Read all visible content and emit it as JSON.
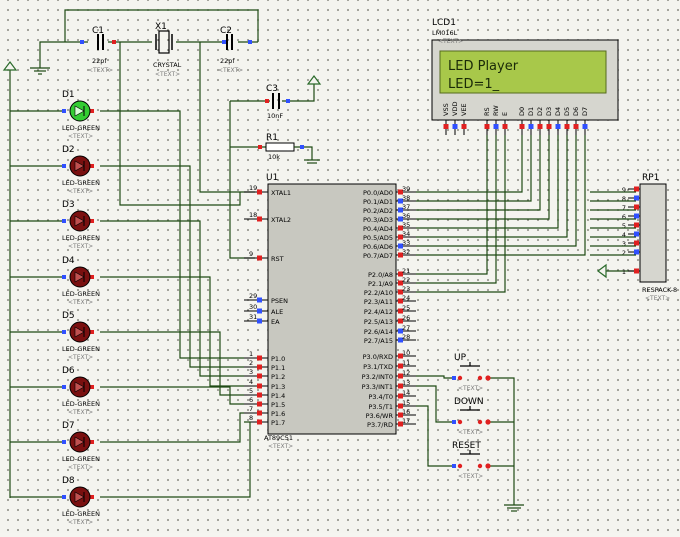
{
  "components": {
    "text_tag": "<TEXT>",
    "c1": {
      "ref": "C1",
      "value": "22pf"
    },
    "c2": {
      "ref": "C2",
      "value": "22pf"
    },
    "x1": {
      "ref": "X1",
      "value": "CRYSTAL"
    },
    "c3": {
      "ref": "C3",
      "value": "10nF"
    },
    "r1": {
      "ref": "R1",
      "value": "10k"
    }
  },
  "mcu": {
    "ref": "U1",
    "model": "AT89C51",
    "left_pins": [
      {
        "num": "19",
        "name": "XTAL1"
      },
      {
        "num": "18",
        "name": "XTAL2"
      },
      {
        "num": "9",
        "name": "RST"
      },
      {
        "num": "29",
        "name": "PSEN"
      },
      {
        "num": "30",
        "name": "ALE"
      },
      {
        "num": "31",
        "name": "EA"
      },
      {
        "num": "1",
        "name": "P1.0"
      },
      {
        "num": "2",
        "name": "P1.1"
      },
      {
        "num": "3",
        "name": "P1.2"
      },
      {
        "num": "4",
        "name": "P1.3"
      },
      {
        "num": "5",
        "name": "P1.4"
      },
      {
        "num": "6",
        "name": "P1.5"
      },
      {
        "num": "7",
        "name": "P1.6"
      },
      {
        "num": "8",
        "name": "P1.7"
      }
    ],
    "right_pins": [
      {
        "num": "39",
        "name": "P0.0/AD0"
      },
      {
        "num": "38",
        "name": "P0.1/AD1"
      },
      {
        "num": "37",
        "name": "P0.2/AD2"
      },
      {
        "num": "36",
        "name": "P0.3/AD3"
      },
      {
        "num": "35",
        "name": "P0.4/AD4"
      },
      {
        "num": "34",
        "name": "P0.5/AD5"
      },
      {
        "num": "33",
        "name": "P0.6/AD6"
      },
      {
        "num": "32",
        "name": "P0.7/AD7"
      },
      {
        "num": "21",
        "name": "P2.0/A8"
      },
      {
        "num": "22",
        "name": "P2.1/A9"
      },
      {
        "num": "23",
        "name": "P2.2/A10"
      },
      {
        "num": "24",
        "name": "P2.3/A11"
      },
      {
        "num": "25",
        "name": "P2.4/A12"
      },
      {
        "num": "26",
        "name": "P2.5/A13"
      },
      {
        "num": "27",
        "name": "P2.6/A14"
      },
      {
        "num": "28",
        "name": "P2.7/A15"
      },
      {
        "num": "10",
        "name": "P3.0/RXD"
      },
      {
        "num": "11",
        "name": "P3.1/TXD"
      },
      {
        "num": "12",
        "name": "P3.2/INT0"
      },
      {
        "num": "13",
        "name": "P3.3/INT1"
      },
      {
        "num": "14",
        "name": "P3.4/T0"
      },
      {
        "num": "15",
        "name": "P3.5/T1"
      },
      {
        "num": "16",
        "name": "P3.6/WR"
      },
      {
        "num": "17",
        "name": "P3.7/RD"
      }
    ]
  },
  "leds": [
    {
      "ref": "D1",
      "type": "LED-GREEN",
      "on": true
    },
    {
      "ref": "D2",
      "type": "LED-GREEN",
      "on": false
    },
    {
      "ref": "D3",
      "type": "LED-GREEN",
      "on": false
    },
    {
      "ref": "D4",
      "type": "LED-GREEN",
      "on": false
    },
    {
      "ref": "D5",
      "type": "LED-GREEN",
      "on": false
    },
    {
      "ref": "D6",
      "type": "LED-GREEN",
      "on": false
    },
    {
      "ref": "D7",
      "type": "LED-GREEN",
      "on": false
    },
    {
      "ref": "D8",
      "type": "LED-GREEN",
      "on": false
    }
  ],
  "lcd": {
    "ref": "LCD1",
    "model": "LM016L",
    "line1": "LED Player",
    "line2": "LED=1_",
    "pins": [
      "VSS",
      "VDD",
      "VEE",
      "RS",
      "RW",
      "E",
      "D0",
      "D1",
      "D2",
      "D3",
      "D4",
      "D5",
      "D6",
      "D7"
    ]
  },
  "respack": {
    "ref": "RP1",
    "model": "RESPACK-8",
    "pins": [
      "9",
      "8",
      "7",
      "6",
      "5",
      "4",
      "3",
      "2",
      "1"
    ]
  },
  "buttons": [
    {
      "label": "UP"
    },
    {
      "label": "DOWN"
    },
    {
      "label": "RESET"
    }
  ],
  "colors": {
    "wire": "#1f4a14",
    "pin_red": "#e02020",
    "pin_blue": "#3050ff",
    "led_on": "#33cc33",
    "led_off": "#7a1010"
  }
}
